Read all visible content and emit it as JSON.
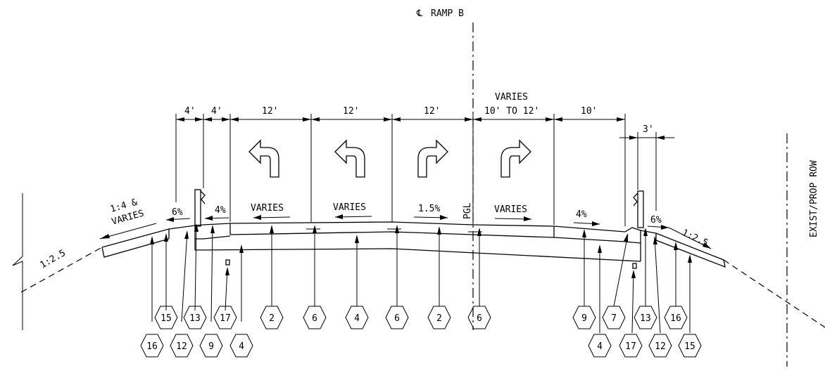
{
  "title": "RAMP B",
  "centerline_mark": "℄",
  "row_label": "EXIST/PROP ROW",
  "pgl_label": "PGL",
  "dimensions": {
    "d1": "4'",
    "d2": "4'",
    "d3": "12'",
    "d4": "12'",
    "d5": "12'",
    "d6_top": "VARIES",
    "d6_bottom": "10' TO 12'",
    "d7": "10'",
    "d8": "3'"
  },
  "slopes": {
    "left_side_1": "1:4 &",
    "left_side_2": "VARIES",
    "left_fill": "1:2.5",
    "left_shoulder": "6%",
    "left_bike": "4%",
    "lane1": "VARIES",
    "lane2": "VARIES",
    "lane3": "1.5%",
    "lane4": "VARIES",
    "right_bike": "4%",
    "right_shoulder": "6%",
    "right_fill": "1:2.5"
  },
  "callouts": {
    "top_row": [
      "15",
      "13",
      "17",
      "2",
      "6",
      "4",
      "6",
      "2",
      "6",
      "9",
      "7",
      "13",
      "16"
    ],
    "bottom_row": [
      "16",
      "12",
      "9",
      "4",
      "4",
      "17",
      "12",
      "15"
    ]
  }
}
